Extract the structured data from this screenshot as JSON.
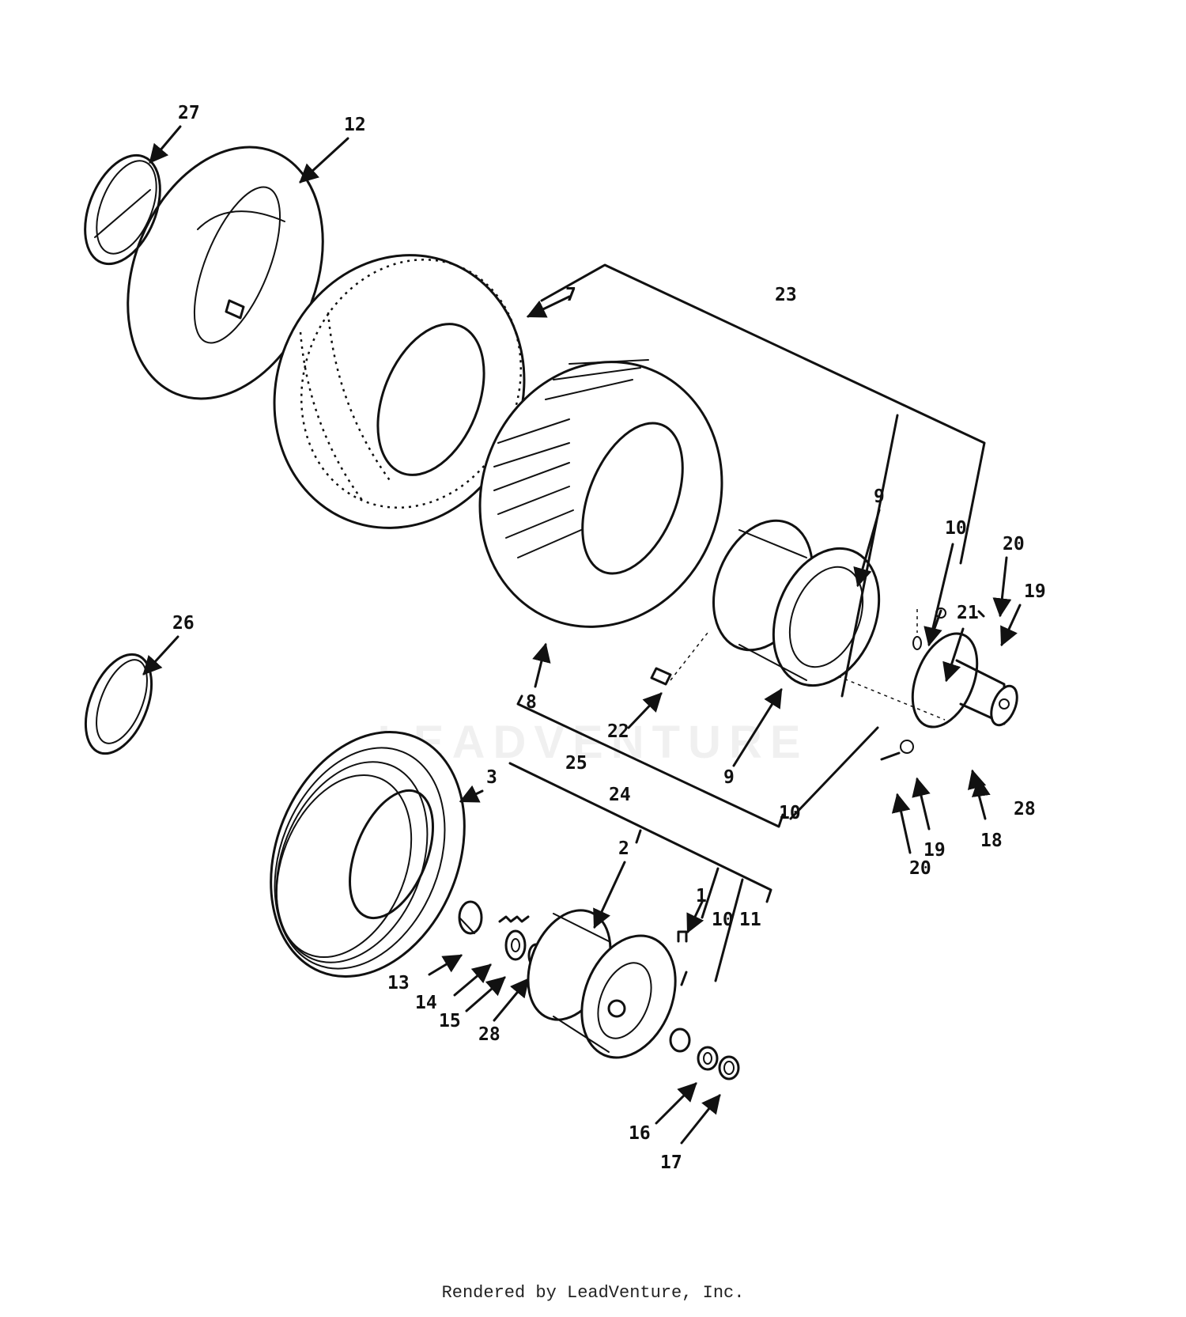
{
  "footer": "Rendered by LeadVenture, Inc.",
  "watermark": "LEADVENTURE",
  "callouts": [
    {
      "id": "c27",
      "text": "27"
    },
    {
      "id": "c12",
      "text": "12"
    },
    {
      "id": "c7",
      "text": "7"
    },
    {
      "id": "c23",
      "text": "23"
    },
    {
      "id": "c9a",
      "text": "9"
    },
    {
      "id": "c10a",
      "text": "10"
    },
    {
      "id": "c20a",
      "text": "20"
    },
    {
      "id": "c19a",
      "text": "19"
    },
    {
      "id": "c21",
      "text": "21"
    },
    {
      "id": "c26",
      "text": "26"
    },
    {
      "id": "c8",
      "text": "8"
    },
    {
      "id": "c22",
      "text": "22"
    },
    {
      "id": "c24",
      "text": "24"
    },
    {
      "id": "c9b",
      "text": "9"
    },
    {
      "id": "c10b",
      "text": "10"
    },
    {
      "id": "c25",
      "text": "25"
    },
    {
      "id": "c3",
      "text": "3"
    },
    {
      "id": "c28a",
      "text": "28"
    },
    {
      "id": "c18",
      "text": "18"
    },
    {
      "id": "c19b",
      "text": "19"
    },
    {
      "id": "c20b",
      "text": "20"
    },
    {
      "id": "c2",
      "text": "2"
    },
    {
      "id": "c1",
      "text": "1"
    },
    {
      "id": "c10c",
      "text": "10"
    },
    {
      "id": "c11",
      "text": "11"
    },
    {
      "id": "c13",
      "text": "13"
    },
    {
      "id": "c14",
      "text": "14"
    },
    {
      "id": "c15",
      "text": "15"
    },
    {
      "id": "c28b",
      "text": "28"
    },
    {
      "id": "c16",
      "text": "16"
    },
    {
      "id": "c17",
      "text": "17"
    }
  ]
}
